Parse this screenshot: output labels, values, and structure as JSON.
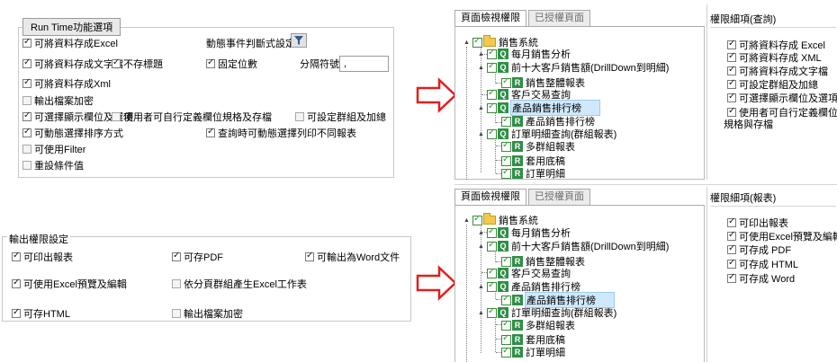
{
  "runtime": {
    "group_title": "Run Time功能選項",
    "options": [
      {
        "label": "可將資料存成Excel",
        "checked": true
      },
      {
        "label": "可將資料存成文字檔",
        "checked": true
      },
      {
        "label": "不存標題",
        "checked": true
      },
      {
        "label": "固定位數",
        "checked": true
      },
      {
        "label": "可將資料存成Xml",
        "checked": true
      },
      {
        "label": "輸出檔案加密",
        "checked": false
      },
      {
        "label": "可選擇顯示欄位及選項",
        "checked": true
      },
      {
        "label": "使用者可自行定義欄位規格及存檔",
        "checked": false
      },
      {
        "label": "可設定群組及加總",
        "checked": false
      },
      {
        "label": "可動態選擇排序方式",
        "checked": true
      },
      {
        "label": "查詢時可動態選擇列印不同報表",
        "checked": true
      },
      {
        "label": "可使用Filter",
        "checked": false
      },
      {
        "label": "重設條件值",
        "checked": false
      }
    ],
    "dynamic_event_label": "動態事件判斷式設定",
    "separator_label": "分隔符號",
    "separator_value": ","
  },
  "output": {
    "group_title": "輸出權限設定",
    "options": [
      {
        "label": "可印出報表",
        "checked": true
      },
      {
        "label": "可存PDF",
        "checked": true
      },
      {
        "label": "可輸出為Word文件",
        "checked": true
      },
      {
        "label": "可使用Excel預覽及編輯",
        "checked": true
      },
      {
        "label": "依分頁群組產生Excel工作表",
        "checked": false
      },
      {
        "label": "可存HTML",
        "checked": true
      },
      {
        "label": "輸出檔案加密",
        "checked": false
      }
    ]
  },
  "tabs": {
    "page_perm": "頁面檢視權限",
    "authorized": "已授權頁面"
  },
  "tree_top": [
    {
      "label": "銷售系統",
      "type": "folder"
    },
    {
      "label": "每月銷售分析",
      "type": "Q"
    },
    {
      "label": "前十大客戶銷售額(DrillDown到明細)",
      "type": "Q"
    },
    {
      "label": "銷售整體報表",
      "type": "R"
    },
    {
      "label": "客戶交易查詢",
      "type": "Q"
    },
    {
      "label": "產品銷售排行榜",
      "type": "Q"
    },
    {
      "label": "產品銷售排行榜",
      "type": "R"
    },
    {
      "label": "訂單明細查詢(群組報表)",
      "type": "Q"
    },
    {
      "label": "多群組報表",
      "type": "R"
    },
    {
      "label": "套用底稿",
      "type": "R"
    },
    {
      "label": "訂單明細",
      "type": "R"
    }
  ],
  "tree_bottom": [
    {
      "label": "銷售系統",
      "type": "folder"
    },
    {
      "label": "每月銷售分析",
      "type": "Q"
    },
    {
      "label": "前十大客戶銷售額(DrillDown到明細)",
      "type": "Q"
    },
    {
      "label": "銷售整體報表",
      "type": "R"
    },
    {
      "label": "客戶交易查詢",
      "type": "Q"
    },
    {
      "label": "產品銷售排行榜",
      "type": "Q"
    },
    {
      "label": "產品銷售排行榜",
      "type": "R"
    },
    {
      "label": "訂單明細查詢(群組報表)",
      "type": "Q"
    },
    {
      "label": "多群組報表",
      "type": "R"
    },
    {
      "label": "套用底稿",
      "type": "R"
    },
    {
      "label": "訂單明細",
      "type": "R"
    }
  ],
  "detail_query": {
    "title": "權限細項(查詢)",
    "items": [
      "可將資料存成 Excel",
      "可將資料存成 XML",
      "可將資料存成文字檔",
      "可設定群組及加總",
      "可選擇顯示欄位及選項",
      "使用者可自行定義欄位",
      "規格與存檔"
    ]
  },
  "detail_report": {
    "title": "權限細項(報表)",
    "items": [
      "可印出報表",
      "可使用Excel預覽及編輯",
      "可存成 PDF",
      "可存成 HTML",
      "可存成 Word"
    ]
  },
  "colors": {
    "arrow": "#e0201c",
    "tree_badge": "#2f8f46",
    "selection": "#cfe8fc"
  }
}
